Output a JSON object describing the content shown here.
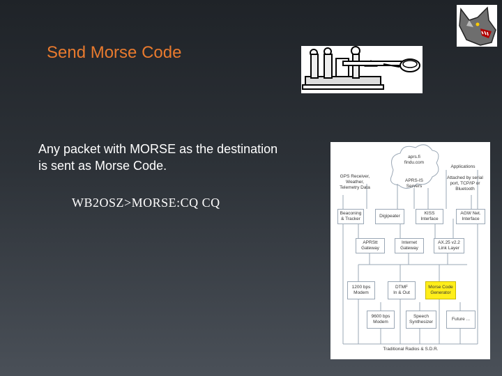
{
  "slide": {
    "title": "Send Morse Code",
    "body_line1": "Any packet with MORSE as the destination",
    "body_line2": "is sent as Morse Code.",
    "example": "WB2OSZ>MORSE:CQ CQ"
  },
  "images": {
    "logo_icon": "wolf-head-icon",
    "key_icon": "telegraph-key-icon"
  },
  "diagram": {
    "cloud_line1": "aprs.fi",
    "cloud_line2": "findu.com",
    "aprs_is_line1": "APRS-IS",
    "aprs_is_line2": "Servers",
    "gps_line1": "GPS Receiver,",
    "gps_line2": "Weather,",
    "gps_line3": "Telemetry Data",
    "applications": "Applications",
    "attached_line1": "Attached by serial",
    "attached_line2": "port, TCP/IP or",
    "attached_line3": "Bluetooth",
    "beaconing_line1": "Beaconing",
    "beaconing_line2": "& Tracker",
    "digipeater": "Digipeater",
    "kiss_line1": "KISS",
    "kiss_line2": "Interface",
    "agw_line1": "AGW Net.",
    "agw_line2": "Interface",
    "aprstt_line1": "APRStt",
    "aprstt_line2": "Gateway",
    "igate_line1": "Internet",
    "igate_line2": "Gateway",
    "ax25_line1": "AX.25 v2.2",
    "ax25_line2": "Link Layer",
    "m1200_line1": "1200 bps",
    "m1200_line2": "Modem",
    "dtmf_line1": "DTMF",
    "dtmf_line2": "In & Out",
    "morse_line1": "Morse Code",
    "morse_line2": "Generator",
    "m9600_line1": "9600 bps",
    "m9600_line2": "Modem",
    "speech_line1": "Speech",
    "speech_line2": "Synthesizer",
    "future": "Future ...",
    "radios": "Traditional Radios  &  S.D.R.",
    "highlight_color": "#ffee1a"
  }
}
